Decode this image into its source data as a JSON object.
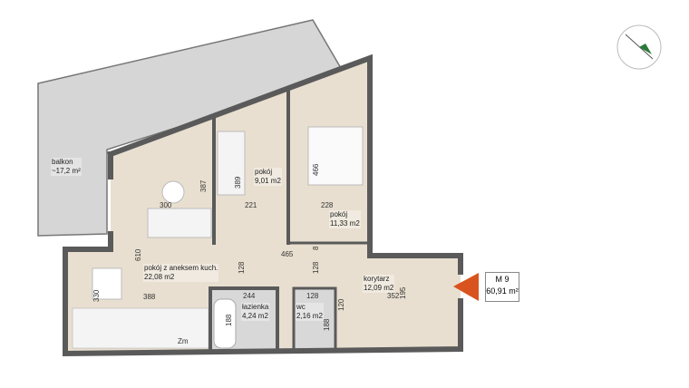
{
  "unit": {
    "name": "M 9",
    "area": "60,91 m²",
    "marker_color": "#d9531e"
  },
  "rooms": [
    {
      "name": "balkon",
      "area": "~17,2 m²"
    },
    {
      "name": "pokój",
      "area": "9,01 m2"
    },
    {
      "name": "pokój",
      "area": "11,33 m2"
    },
    {
      "name": "pokój z aneksem kuch.",
      "area": "22,08 m2"
    },
    {
      "name": "łazienka",
      "area": "4,24 m2"
    },
    {
      "name": "wc",
      "area": "2,16 m2"
    },
    {
      "name": "korytarz",
      "area": "12,09 m2"
    }
  ],
  "dimensions": [
    "300",
    "387",
    "389",
    "221",
    "466",
    "228",
    "610",
    "465",
    "128",
    "8",
    "128",
    "388",
    "330",
    "244",
    "188",
    "128",
    "188",
    "120",
    "352",
    "195"
  ],
  "appliance_label": "Zm",
  "colors": {
    "wall": "#5a5a5a",
    "floor": "#e8dfd0",
    "wet_floor": "#d8d8d8",
    "balcony": "#d6d6d6"
  }
}
